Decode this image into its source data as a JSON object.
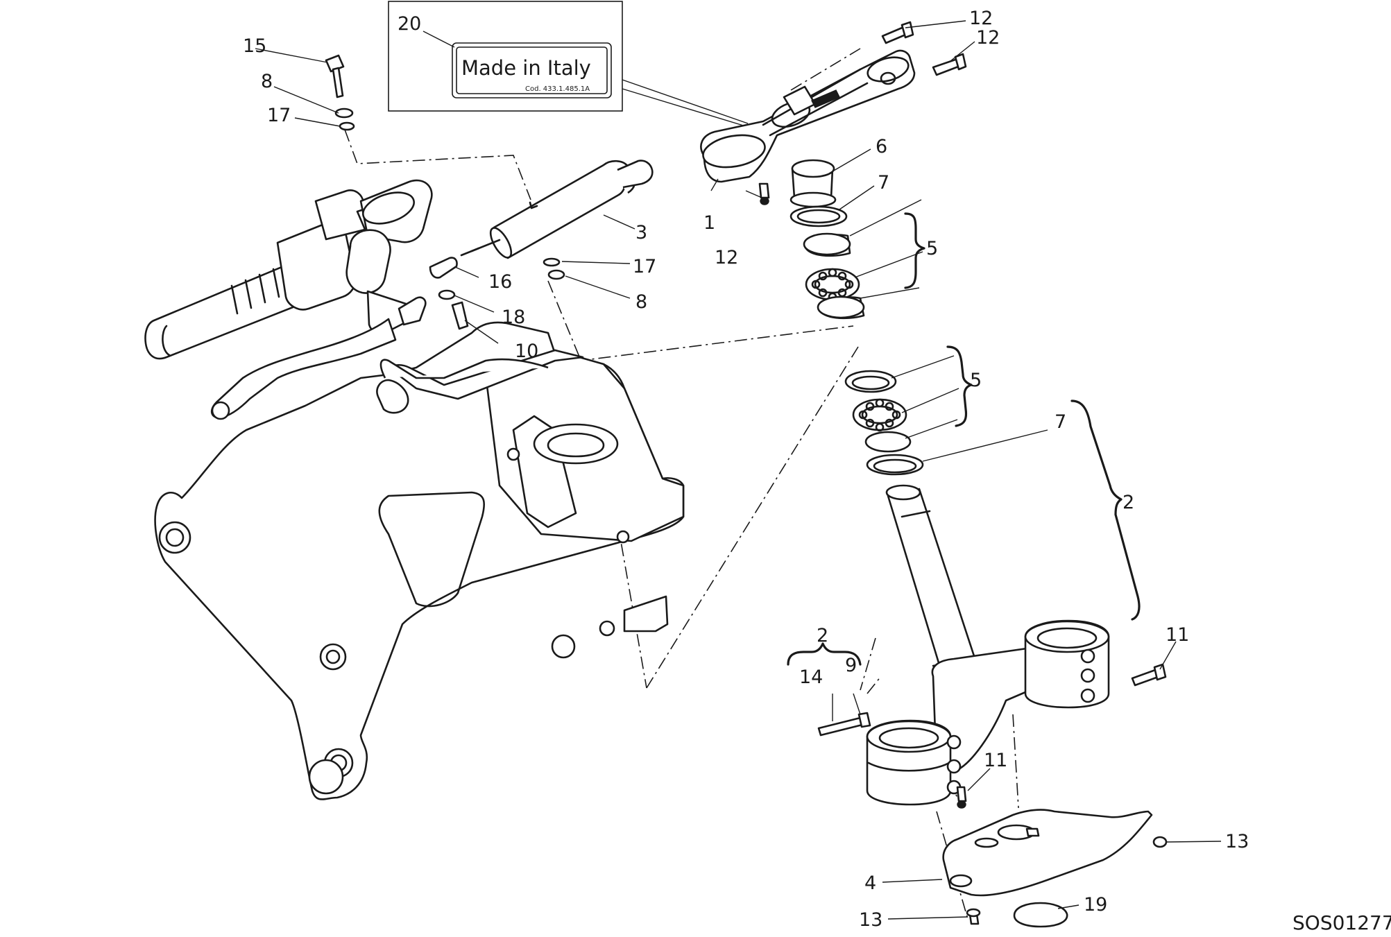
{
  "drawing_code": "SOS01277",
  "label_plate": {
    "main_text": "Made in Italy",
    "sub_text": "Cod. 433.1.485.1A"
  },
  "callouts": {
    "c20": "20",
    "c15": "15",
    "c8a": "8",
    "c17a": "17",
    "c12a": "12",
    "c12b": "12",
    "c12c": "12",
    "c6": "6",
    "c7a": "7",
    "c1": "1",
    "c5a": "5",
    "c3": "3",
    "c17b": "17",
    "c8b": "8",
    "c16": "16",
    "c18": "18",
    "c10": "10",
    "c5b": "5",
    "c7b": "7",
    "c2a": "2",
    "c2b": "2",
    "c9": "9",
    "c14": "14",
    "c11a": "11",
    "c11b": "11",
    "c13a": "13",
    "c4": "4",
    "c13b": "13",
    "c19": "19"
  }
}
